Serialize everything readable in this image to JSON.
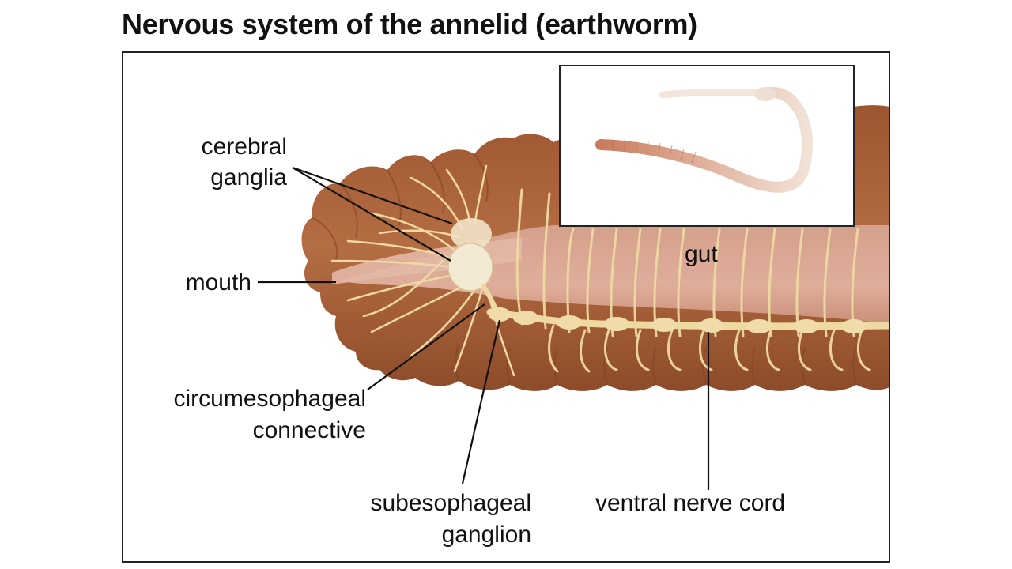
{
  "title": "Nervous system of the annelid (earthworm)",
  "labels": {
    "cerebral_ganglia": [
      "cerebral",
      "ganglia"
    ],
    "mouth": "mouth",
    "circumesophageal_connective": [
      "circumesophageal",
      "connective"
    ],
    "subesophageal_ganglion": [
      "subesophageal",
      "ganglion"
    ],
    "gut": "gut",
    "ventral_nerve_cord": "ventral nerve cord"
  },
  "colors": {
    "body": "#a9623a",
    "body_dark": "#8f4e2c",
    "gut": "#d8a28e",
    "nerve": "#efd9a2",
    "ganglion": "#f1e3c6",
    "frame": "#222222"
  }
}
